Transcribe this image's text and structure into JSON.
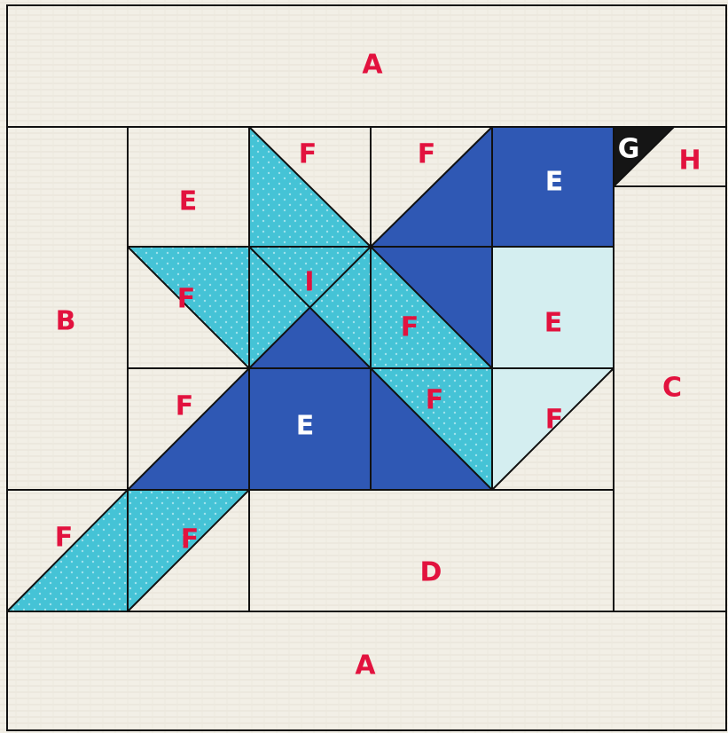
{
  "colors": {
    "background": "#f2efe6",
    "line": "#111111",
    "light_blue": "#45c3d6",
    "dark_blue": "#2f58b4",
    "pale_blue": "#d4eef0",
    "black": "#151515",
    "label_red": "#e2123e",
    "label_white": "#ffffff"
  },
  "labels": {
    "a_top": "A",
    "a_bottom": "A",
    "b": "B",
    "c": "C",
    "d": "D",
    "e_top_left": "E",
    "e_top_right": "E",
    "e_right": "E",
    "e_center": "E",
    "f_top_1": "F",
    "f_top_2": "F",
    "f_left_mid": "F",
    "f_center_right": "F",
    "f_left_lower": "F",
    "f_lower_mid": "F",
    "f_right_lower": "F",
    "f_bottom_left": "F",
    "f_bottom_2": "F",
    "g": "G",
    "h": "H",
    "i": "I"
  }
}
